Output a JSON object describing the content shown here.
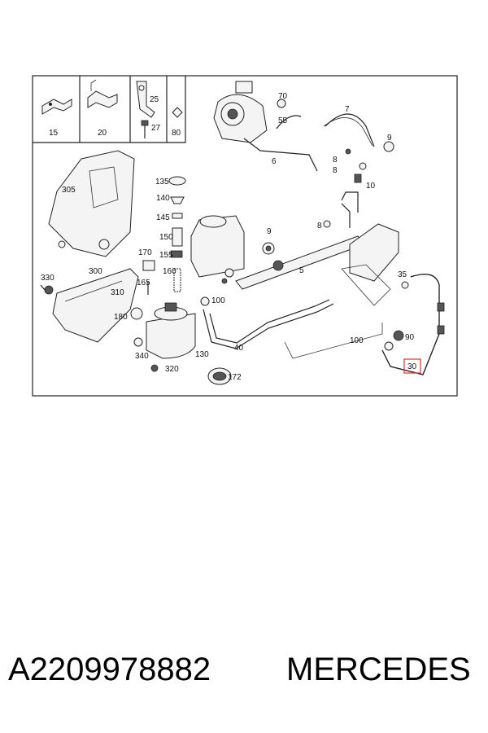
{
  "inset_labels": [
    "15",
    "20",
    "25",
    "27",
    "80"
  ],
  "callouts": {
    "c305": "305",
    "c330": "330",
    "c300": "300",
    "c310": "310",
    "c180": "180",
    "c340": "340",
    "c320": "320",
    "c135": "135",
    "c140": "140",
    "c145": "145",
    "c150": "150",
    "c170": "170",
    "c155": "155",
    "c165": "165",
    "c160": "160",
    "c130": "130",
    "c172": "172",
    "c100a": "100",
    "c100b": "100",
    "c70": "70",
    "c55": "55",
    "c6": "6",
    "c7": "7",
    "c8a": "8",
    "c8b": "8",
    "c8c": "8",
    "c9a": "9",
    "c9b": "9",
    "c10": "10",
    "c5": "5",
    "c35": "35",
    "c40": "40",
    "c90": "90",
    "c30": "30"
  },
  "highlight_color": "#e03030",
  "part_number": "A2209978882",
  "brand": "MERCEDES"
}
